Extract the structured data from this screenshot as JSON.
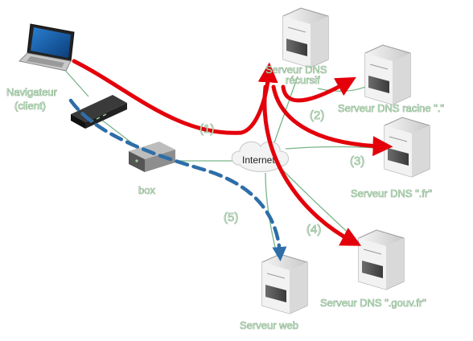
{
  "labels": {
    "client_line1": "Navigateur",
    "client_line2": "(client)",
    "box": "box",
    "internet": "Internet",
    "dns_recursive_line1": "Serveur DNS",
    "dns_recursive_line2": "récursif",
    "dns_root": "Serveur DNS racine \".\"",
    "dns_fr": "Serveur DNS \".fr\"",
    "dns_gouv": "Serveur DNS \".gouv.fr\"",
    "web_server": "Serveur web"
  },
  "steps": {
    "s1": "(1)",
    "s2": "(2)",
    "s3": "(3)",
    "s4": "(4)",
    "s5": "(5)"
  },
  "colors": {
    "query_arrow": "#e3000b",
    "web_arrow": "#2d6ea8",
    "link_line": "#79b48a",
    "label_fill": "#b7e0b9"
  }
}
